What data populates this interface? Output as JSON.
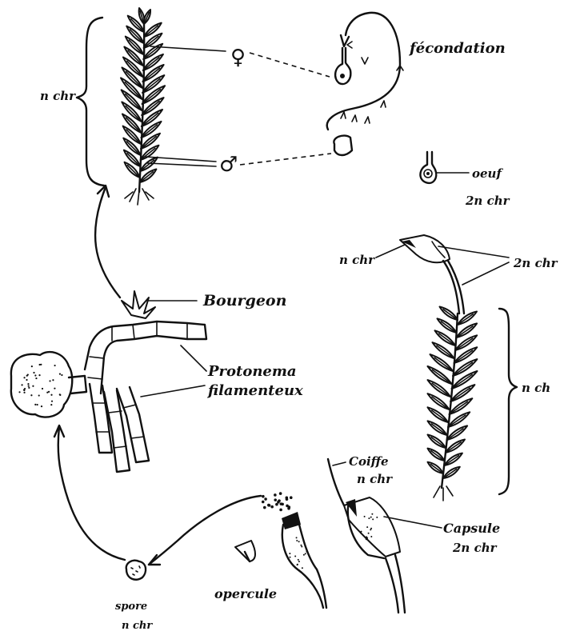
{
  "labels": {
    "n_chr_left": "n chr",
    "female_symbol": "♀",
    "male_symbol": "♂",
    "fecondation": "fécondation",
    "oeuf": "oeuf",
    "two_n_chr_oeuf": "2n chr",
    "n_chr_capsule": "n chr",
    "two_n_chr_sporophyte": "2n chr",
    "n_ch_right": "n ch",
    "bourgeon": "Bourgeon",
    "protonema_line1": "Protonema",
    "protonema_line2": "filamenteux",
    "coiffe": "Coiffe",
    "coiffe_n_chr": "n chr",
    "capsule": "Capsule",
    "capsule_2n_chr": "2n chr",
    "opercule": "opercule",
    "spore": "spore",
    "spore_n_chr": "n chr"
  }
}
